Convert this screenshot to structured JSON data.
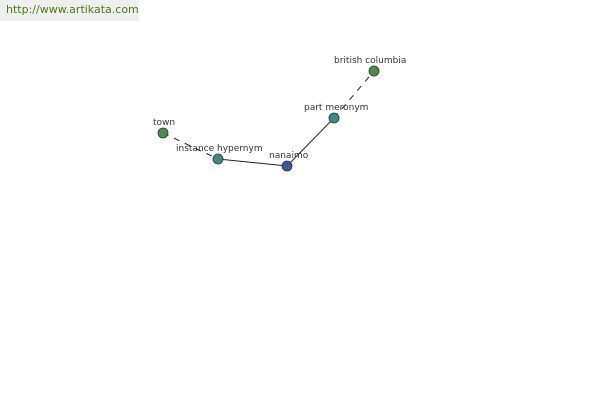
{
  "site_url": "http://www.artikata.com",
  "colors": {
    "edge": "#222222",
    "node_stroke": "#333333",
    "leaf": "#4e8a4e",
    "relation": "#3d8b8b",
    "center": "#3e55a0"
  },
  "graph": {
    "nodes": [
      {
        "id": "town",
        "label": "town",
        "kind": "leaf"
      },
      {
        "id": "instance_hypernym",
        "label": "instance hypernym",
        "kind": "relation"
      },
      {
        "id": "nanaimo",
        "label": "nanaimo",
        "kind": "center"
      },
      {
        "id": "part_meronym",
        "label": "part meronym",
        "kind": "relation"
      },
      {
        "id": "british_columbia",
        "label": "british columbia",
        "kind": "leaf"
      }
    ],
    "edges": [
      {
        "from": "town",
        "to": "instance_hypernym",
        "style": "dashed"
      },
      {
        "from": "instance_hypernym",
        "to": "nanaimo",
        "style": "solid"
      },
      {
        "from": "nanaimo",
        "to": "part_meronym",
        "style": "solid"
      },
      {
        "from": "part_meronym",
        "to": "british_columbia",
        "style": "dashed"
      }
    ]
  }
}
